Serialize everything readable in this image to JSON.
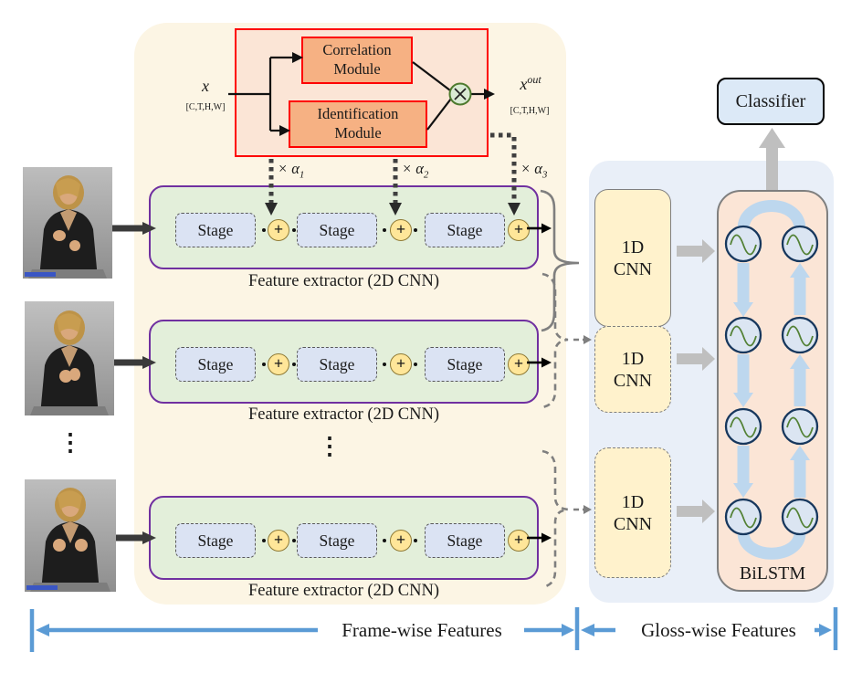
{
  "correlation_block": {
    "correlation_module": {
      "line1": "Correlation",
      "line2": "Module"
    },
    "identification_module": {
      "line1": "Identification",
      "line2": "Module"
    },
    "input": {
      "var": "x",
      "dims": "[C,T,H,W]"
    },
    "output": {
      "var": "x",
      "sup": "out",
      "dims": "[C,T,H,W]"
    },
    "multiply_symbol": "×",
    "alphas": [
      {
        "text": "× α",
        "sub": "1"
      },
      {
        "text": "× α",
        "sub": "2"
      },
      {
        "text": "× α",
        "sub": "3"
      }
    ]
  },
  "pipeline": {
    "plus_symbol": "+",
    "vertical_ellipsis": "⋮",
    "extractors": [
      {
        "label": "Feature extractor (2D CNN)",
        "stages": [
          "Stage",
          "Stage",
          "Stage"
        ]
      },
      {
        "label": "Feature extractor (2D CNN)",
        "stages": [
          "Stage",
          "Stage",
          "Stage"
        ]
      },
      {
        "label": "Feature extractor (2D CNN)",
        "stages": [
          "Stage",
          "Stage",
          "Stage"
        ]
      }
    ]
  },
  "temporal": {
    "cnn_boxes": [
      {
        "line1": "1D",
        "line2": "CNN"
      },
      {
        "line1": "1D",
        "line2": "CNN"
      },
      {
        "line1": "1D",
        "line2": "CNN"
      }
    ],
    "bilstm_label": "BiLSTM"
  },
  "classifier_label": "Classifier",
  "footer": {
    "frame_wise": "Frame-wise Features",
    "gloss_wise": "Gloss-wise Features"
  },
  "colors": {
    "cream_panel": "#fcf5e4",
    "blue_panel": "#e9eff8",
    "module_fill": "#fbe5d6",
    "module_inner_fill": "#f6b183",
    "module_border": "#fe0000",
    "extractor_fill": "#e3efda",
    "extractor_border": "#7030a0",
    "stage_fill": "#dbe3f3",
    "plus_fill": "#ffe699",
    "cnn_fill": "#fff2cc",
    "bilstm_fill": "#fbe5d6",
    "neuron_fill": "#dbe5f2",
    "neuron_border": "#17375d",
    "sine_green": "#538135",
    "flow_blue": "#bdd7ee",
    "gray_arrow": "#bfbfbf",
    "footer_blue": "#5b9bd5",
    "multiply_circle_fill": "#d9ead3",
    "multiply_circle_border": "#4e7a2e"
  }
}
